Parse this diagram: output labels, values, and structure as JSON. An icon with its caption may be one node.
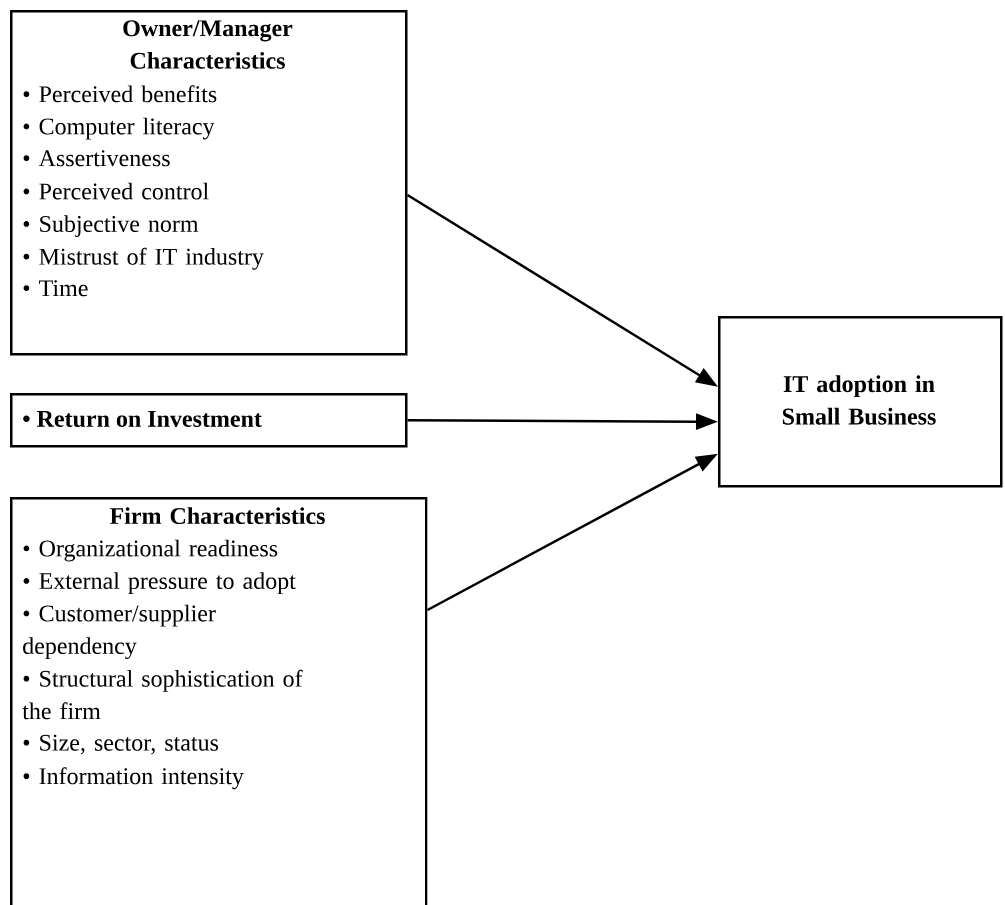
{
  "diagram": {
    "nodes": [
      {
        "text": [
          "Owner/Manager Characteristics",
          "• Perceived benefits",
          "• Computer literacy",
          "• Assertiveness",
          "• Perceived control",
          "• Subjective norm",
          "• Mistrust of IT industry",
          "• Time"
        ]
      },
      {
        "text": [
          "• Return on Investment"
        ]
      },
      {
        "text": [
          "Firm Characteristics",
          "• Organizational readiness",
          "• External pressure to adopt",
          "• Customer/supplier dependency",
          "• Structural sophistication of the firm",
          "• Size, sector, status",
          "• Information intensity"
        ]
      },
      {
        "text": [
          "IT adoption in Small Business"
        ]
      }
    ],
    "edges": [
      {
        "from": 0,
        "to": 3,
        "arrow": "to"
      },
      {
        "from": 1,
        "to": 3,
        "arrow": "to"
      },
      {
        "from": 2,
        "to": 3,
        "arrow": "to"
      }
    ]
  }
}
